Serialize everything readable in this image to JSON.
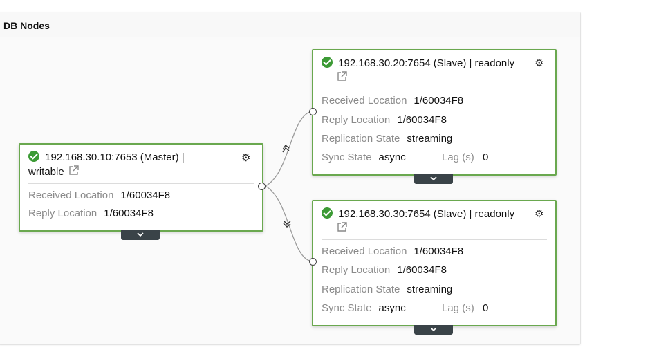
{
  "panel": {
    "title": "DB Nodes"
  },
  "nodes": {
    "master": {
      "title": "192.168.30.10:7653 (Master) |",
      "title_line2": "writable",
      "received_label": "Received Location",
      "received_value": "1/60034F8",
      "reply_label": "Reply Location",
      "reply_value": "1/60034F8"
    },
    "slave1": {
      "title": "192.168.30.20:7654 (Slave) | readonly",
      "received_label": "Received Location",
      "received_value": "1/60034F8",
      "reply_label": "Reply Location",
      "reply_value": "1/60034F8",
      "state_label": "Replication State",
      "state_value": "streaming",
      "sync_label": "Sync State",
      "sync_value": "async",
      "lag_label": "Lag (s)",
      "lag_value": "0"
    },
    "slave2": {
      "title": "192.168.30.30:7654 (Slave) | readonly",
      "received_label": "Received Location",
      "received_value": "1/60034F8",
      "reply_label": "Reply Location",
      "reply_value": "1/60034F8",
      "state_label": "Replication State",
      "state_value": "streaming",
      "sync_label": "Sync State",
      "sync_value": "async",
      "lag_label": "Lag (s)",
      "lag_value": "0"
    }
  },
  "icons": {
    "status": "check-circle-icon",
    "settings": "gears-icon",
    "external": "external-link-icon",
    "expand": "chevron-down-icon"
  },
  "colors": {
    "node_border": "#6aa84f",
    "status_ok": "#3c9a35",
    "expand_bg": "#3a4348",
    "label_gray": "#8b8b8b"
  }
}
